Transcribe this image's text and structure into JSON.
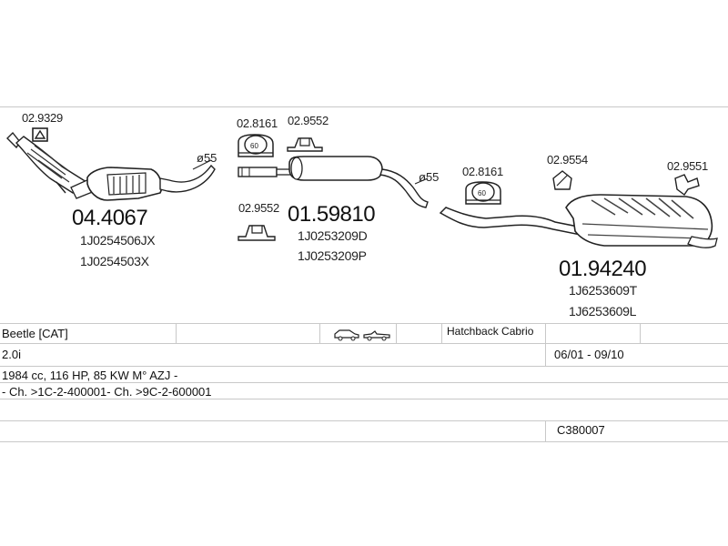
{
  "parts": {
    "gasket_top_left": "02.9329",
    "catalyst": {
      "number": "04.4067",
      "oem1": "1J0254506JX",
      "oem2": "1J0254503X"
    },
    "front_diameter": "ø55",
    "clamp_mid_1": "02.8161",
    "mount_mid_1": "02.9552",
    "mount_mid_2": "02.9552",
    "clamp_ring_label": "60",
    "middle_silencer": {
      "number": "01.59810",
      "oem1": "1J0253209D",
      "oem2": "1J0253209P"
    },
    "mid_diameter": "ø55",
    "clamp_rear": "02.8161",
    "hanger_rear_1": "02.9554",
    "hanger_rear_2": "02.9551",
    "rear_silencer": {
      "number": "01.94240",
      "oem1": "1J6253609T",
      "oem2": "1J6253609L"
    }
  },
  "info": {
    "model": "Beetle  [CAT]",
    "body_types": "Hatchback Cabrio",
    "engine": "2.0i",
    "years": "06/01 - 09/10",
    "spec": "1984 cc, 116 HP, 85 KW M° AZJ -",
    "chassis": "- Ch. >1C-2-400001- Ch. >9C-2-600001",
    "ref": "C380007"
  },
  "icons": [
    "hatchback-car-icon",
    "cabrio-car-icon"
  ]
}
